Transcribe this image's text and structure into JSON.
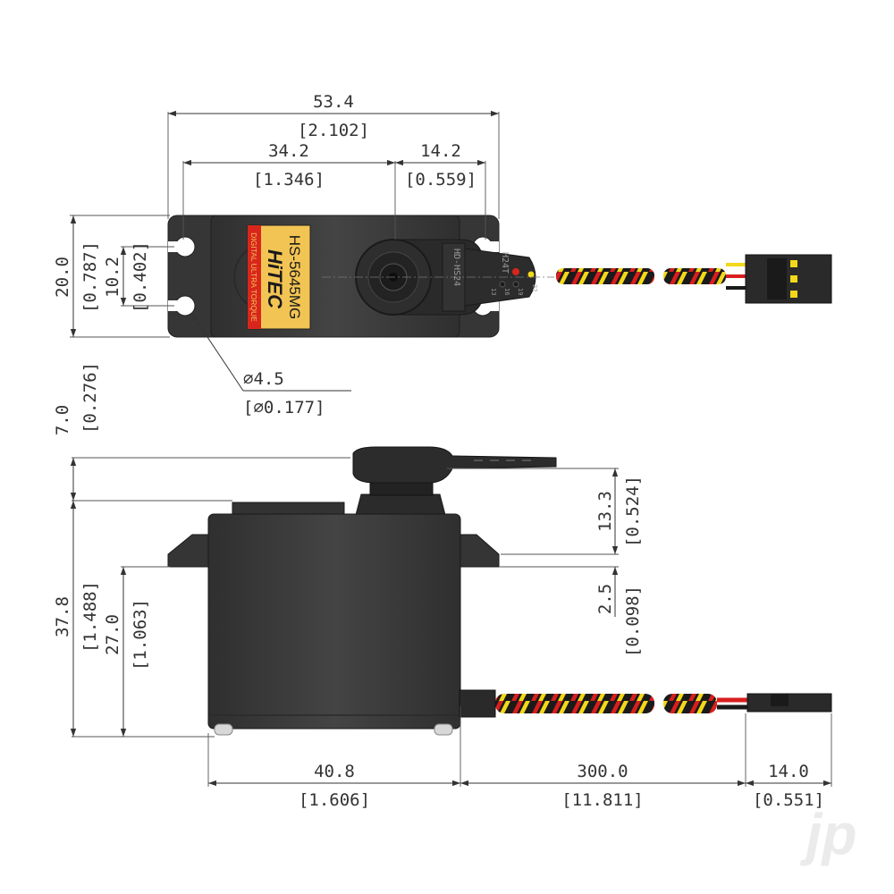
{
  "dimensions": {
    "total_width": {
      "mm": "53.4",
      "in": "[2.102]"
    },
    "hole_spacing": {
      "mm": "34.2",
      "in": "[1.346]"
    },
    "shaft_offset": {
      "mm": "14.2",
      "in": "[0.559]"
    },
    "flange_height": {
      "mm": "20.0",
      "in": "[0.787]"
    },
    "hole_pitch": {
      "mm": "10.2",
      "in": "[0.402]"
    },
    "hole_diameter": {
      "mm": "∅4.5",
      "in": "[∅0.177]"
    },
    "horn_height": {
      "mm": "7.0",
      "in": "[0.276]"
    },
    "spline_height": {
      "mm": "13.3",
      "in": "[0.524]"
    },
    "flange_thickness": {
      "mm": "2.5",
      "in": "[0.098]"
    },
    "body_height": {
      "mm": "37.8",
      "in": "[1.488]"
    },
    "flange_to_base": {
      "mm": "27.0",
      "in": "[1.063]"
    },
    "body_length": {
      "mm": "40.8",
      "in": "[1.606]"
    },
    "cable_length": {
      "mm": "300.0",
      "in": "[11.811]"
    },
    "connector_length": {
      "mm": "14.0",
      "in": "[0.551]"
    }
  },
  "label": {
    "model": "HS-5645MG",
    "brand": "HiTEC",
    "tagline": "DIGITAL ULTRA TORQUE"
  },
  "horn_text": {
    "part": "HD-HS24",
    "spline": "H24T",
    "hole_sizes": [
      "22",
      "19",
      "16",
      "13"
    ]
  },
  "watermark": "jp",
  "colors": {
    "body": "#3b3b3b",
    "label_gold": "#f2c454",
    "label_red": "#d8261c",
    "wire_red": "#d81e1e",
    "wire_yellow": "#f2d81a",
    "wire_black": "#1a1a1a"
  }
}
